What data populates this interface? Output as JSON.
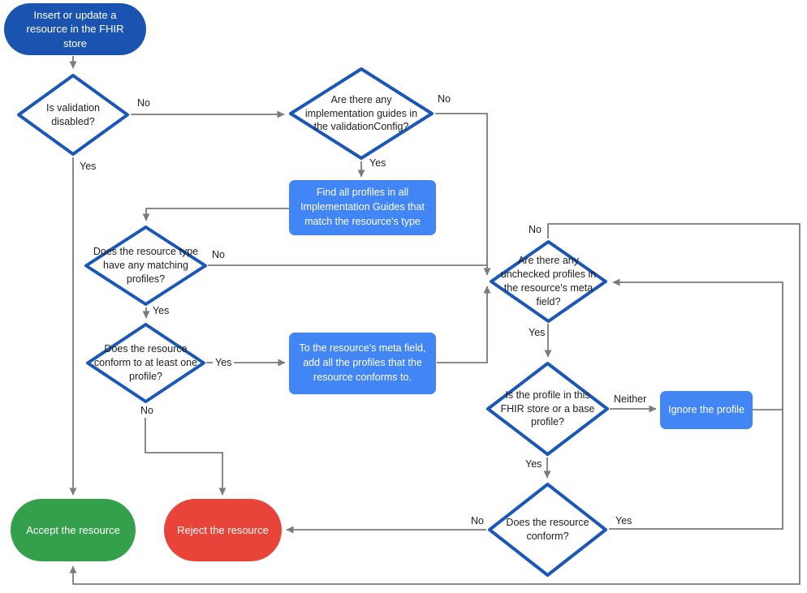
{
  "colors": {
    "start_fill": "#1a53b0",
    "process_fill": "#4285f4",
    "accept_fill": "#34a04b",
    "reject_fill": "#e8443a",
    "diamond_border": "#1b57b8",
    "connector": "#7b7b7b",
    "text_dark": "#212121",
    "text_light": "#ffffff"
  },
  "nodes": {
    "start": {
      "label": "Insert or update a resource in the FHIR store"
    },
    "validation_disabled": {
      "label": "Is validation disabled?"
    },
    "implementation_guides": {
      "label": "Are there any implementation guides in the validationConfig?"
    },
    "find_profiles": {
      "label": "Find all profiles in all Implementation Guides that match the resource's type"
    },
    "matching_profiles": {
      "label": "Does the resource type have any matching profiles?"
    },
    "conform_one": {
      "label": "Does the resource conform to at least one profile?"
    },
    "add_profiles": {
      "label": "To the resource's meta field, add all the profiles that the resource conforms to."
    },
    "unchecked_profiles": {
      "label": "Are there any unchecked profiles in the resource's meta field?"
    },
    "profile_in_store": {
      "label": "Is the profile in this FHIR store or a base profile?"
    },
    "ignore_profile": {
      "label": "Ignore the profile"
    },
    "resource_conform": {
      "label": "Does the resource conform?"
    },
    "accept": {
      "label": "Accept the resource"
    },
    "reject": {
      "label": "Reject the resource"
    }
  },
  "edge_labels": {
    "validation_no": "No",
    "validation_yes": "Yes",
    "guides_no": "No",
    "guides_yes": "Yes",
    "matching_no": "No",
    "matching_yes": "Yes",
    "conform_one_yes": "Yes",
    "conform_one_no": "No",
    "unchecked_no": "No",
    "unchecked_yes": "Yes",
    "profile_neither": "Neither",
    "profile_yes": "Yes",
    "resource_conform_no": "No",
    "resource_conform_yes": "Yes"
  }
}
